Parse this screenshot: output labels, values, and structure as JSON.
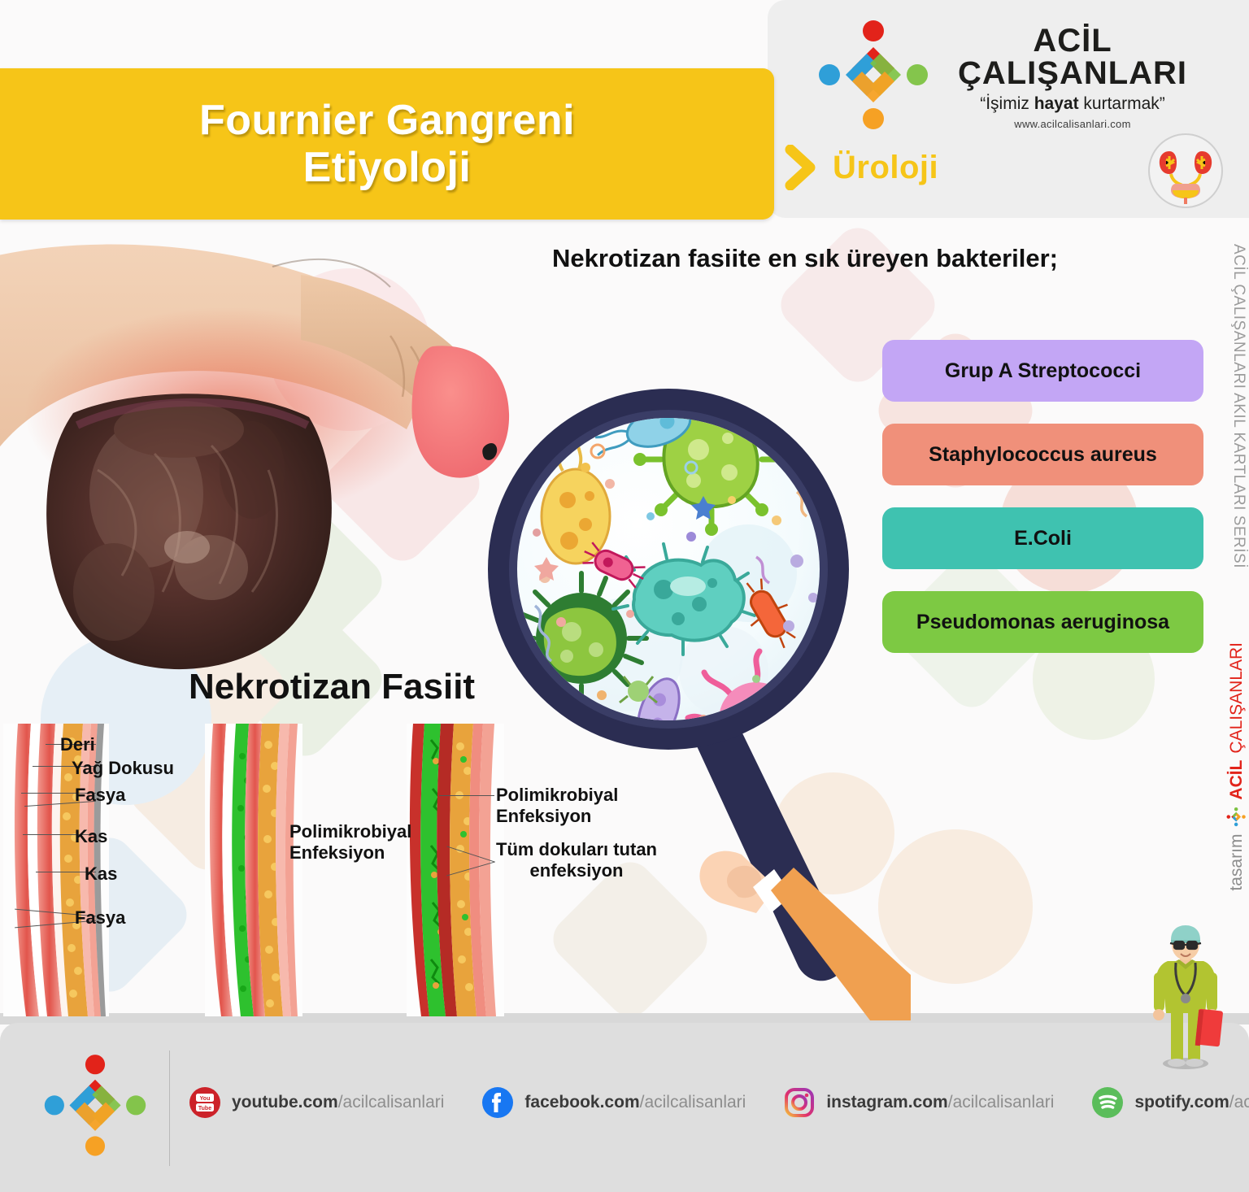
{
  "header": {
    "title_line1": "Fournier Gangreni",
    "title_line2": "Etiyoloji",
    "brand_name": "ACİL ÇALIŞANLARI",
    "brand_slogan_pre": "“İşimiz ",
    "brand_slogan_bold": "hayat",
    "brand_slogan_post": " kurtarmak”",
    "brand_url": "www.acilcalisanlari.com",
    "category": "Üroloji",
    "banner_color": "#f6c518",
    "brand_panel_color": "#eeeeee",
    "category_color": "#f6c518"
  },
  "main": {
    "heading": "Nekrotizan fasiite en sık üreyen bakteriler;",
    "photo_caption": "Nekrotizan Fasiit"
  },
  "bacteria": [
    {
      "label": "Grup A Streptococci",
      "color": "#c3a6f5"
    },
    {
      "label": "Staphylococcus aureus",
      "color": "#f0907a"
    },
    {
      "label": "E.Coli",
      "color": "#3fc2b0"
    },
    {
      "label": "Pseudomonas aeruginosa",
      "color": "#7dc943"
    }
  ],
  "anatomy": {
    "panel1_labels": [
      "Deri",
      "Yağ Dokusu",
      "Fasya",
      "Kas",
      "Kas",
      "Fasya"
    ],
    "panel2_label": "Polimikrobiyal\nEnfeksiyon",
    "panel2_label_l1": "Polimikrobiyal",
    "panel2_label_l2": "Enfeksiyon",
    "panel3_label_a_l1": "Polimikrobiyal",
    "panel3_label_a_l2": "Enfeksiyon",
    "panel3_label_b_l1": "Tüm dokuları tutan",
    "panel3_label_b_l2": "enfeksiyon"
  },
  "sidebar": {
    "series_text": "ACİL ÇALIŞANLARI AKIL KARTLARI SERİSİ",
    "tasarim_label": "tasarım",
    "tasarim_brand_bold": "ACİL",
    "tasarim_brand_rest": "ÇALIŞANLARI"
  },
  "footer": {
    "socials": [
      {
        "icon": "youtube-icon",
        "domain": "youtube.com",
        "handle": "/acilcalisanlari",
        "color": "#cc2229"
      },
      {
        "icon": "facebook-icon",
        "domain": "facebook.com",
        "handle": "/acilcalisanlari",
        "color": "#1877f2"
      },
      {
        "icon": "instagram-icon",
        "domain": "instagram.com",
        "handle": "/acilcalisanlari",
        "color": "#e1306c"
      },
      {
        "icon": "spotify-icon",
        "domain": "spotify.com",
        "handle": "/acilcalisanlari",
        "color": "#5bbd5b"
      }
    ]
  },
  "palette": {
    "logo_red": "#e2231a",
    "logo_blue": "#2f9fd8",
    "logo_green": "#7dc242",
    "logo_orange": "#f6a124",
    "magnifier_navy": "#2b2d52",
    "sleeve_orange": "#f0a050",
    "skin": "#fbd3b4",
    "scrubs_green": "#b2c431"
  }
}
